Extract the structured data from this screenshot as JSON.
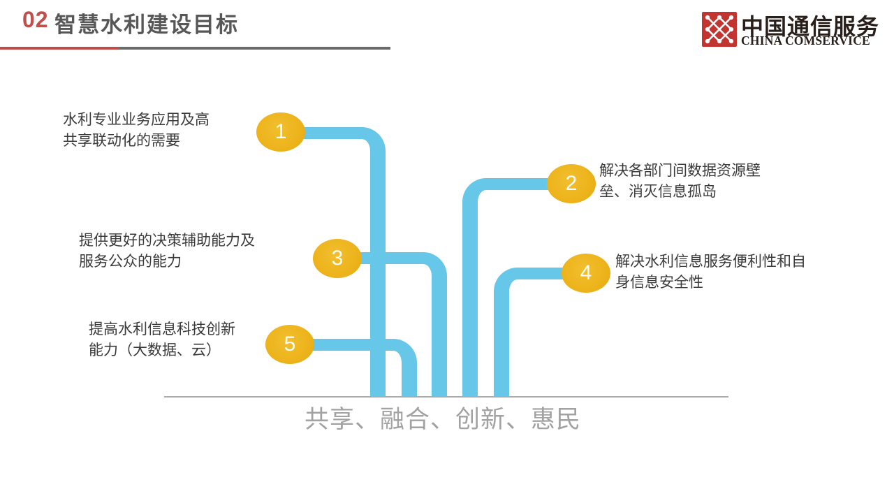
{
  "slide": {
    "section_number": "02",
    "title": "智慧水利建设目标"
  },
  "logo": {
    "icon": "comservice-lattice-icon",
    "name_cn": "中国通信服务",
    "name_en": "CHINA COMSERVICE"
  },
  "goals": [
    {
      "number": "1",
      "text": "水利专业业务应用及高\n共享联动化的需要"
    },
    {
      "number": "2",
      "text": "解决各部门间数据资源壁\n垒、消灭信息孤岛"
    },
    {
      "number": "3",
      "text": "提供更好的决策辅助能力及\n服务公众的能力"
    },
    {
      "number": "4",
      "text": "解决水利信息服务便利性和自\n身信息安全性"
    },
    {
      "number": "5",
      "text": "提高水利信息科技创新\n能力（大数据、云）"
    }
  ],
  "tagline": "共享、融合、创新、惠民",
  "colors": {
    "accent_red": "#C0504D",
    "rule_red": "#BE4B48",
    "rule_gray": "#6A6A6A",
    "title_gray": "#575757",
    "pipe_blue": "#67C7E8",
    "circle_gold": "#EDB41D",
    "logo_red": "#C23430",
    "goal_text_gray": "#3A3A3A",
    "tagline_gray": "#A2A2A2",
    "baseline_gray": "#ABABAB"
  }
}
